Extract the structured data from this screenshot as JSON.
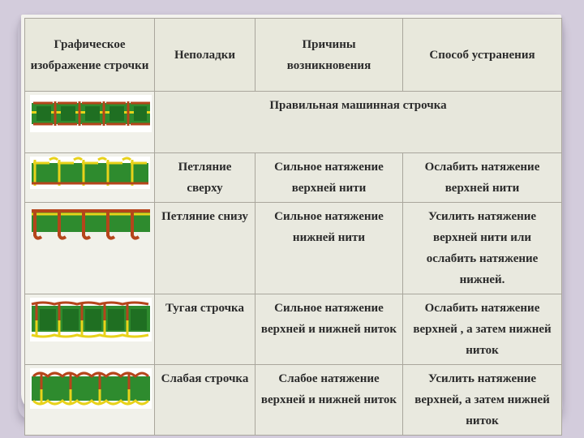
{
  "table": {
    "headers": [
      "Графическое изображение строчки",
      "Неполадки",
      "Причины возникновения",
      "Способ устранения"
    ],
    "rows": [
      {
        "image": "correct-stitch",
        "span_text": "Правильная машинная строчка"
      },
      {
        "image": "top-looping-stitch",
        "issue": "Петляние сверху",
        "cause": "Сильное натяжение верхней нити",
        "fix": "Ослабить натяжение верхней нити"
      },
      {
        "image": "bottom-looping-stitch",
        "issue": "Петляние снизу",
        "cause": "Сильное натяжение нижней нити",
        "fix": "Усилить натяжение верхней нити или ослабить натяжение нижней."
      },
      {
        "image": "tight-stitch",
        "issue": "Тугая строчка",
        "cause": "Сильное натяжение верхней и нижней ниток",
        "fix": "Ослабить натяжение верхней , а затем нижней ниток"
      },
      {
        "image": "loose-stitch",
        "issue": "Слабая строчка",
        "cause": "Слабое натяжение верхней и нижней ниток",
        "fix": "Усилить натяжение верхней, а затем нижней ниток"
      }
    ]
  },
  "colors": {
    "fabric_green": "#2e8b2e",
    "upper_thread": "#b5451b",
    "lower_thread": "#e8d21a"
  }
}
